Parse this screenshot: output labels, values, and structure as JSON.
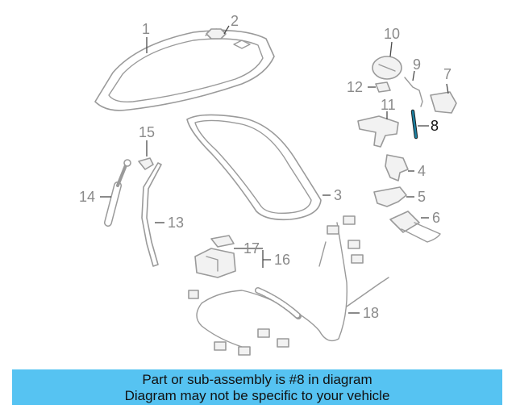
{
  "diagram": {
    "callouts": [
      "1",
      "2",
      "3",
      "4",
      "5",
      "6",
      "7",
      "8",
      "9",
      "10",
      "11",
      "12",
      "13",
      "14",
      "15",
      "16",
      "17",
      "18"
    ],
    "highlighted_part": "8",
    "highlight_color": "#1b7fa0"
  },
  "banner": {
    "line1": "Part or sub-assembly is #8 in diagram",
    "line2": "Diagram may not be specific to your vehicle",
    "background": "#56c3f2"
  }
}
